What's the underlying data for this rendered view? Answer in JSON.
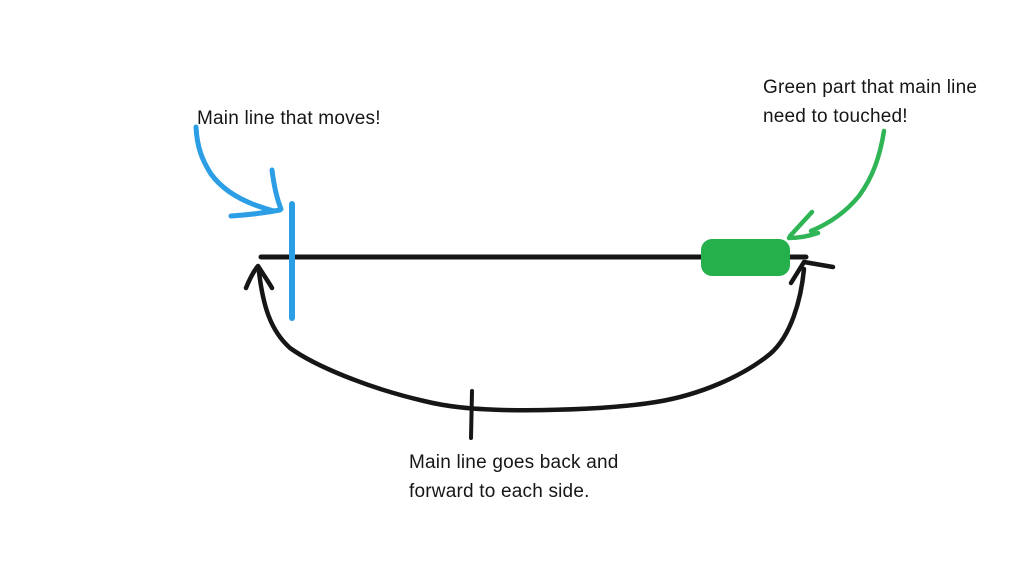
{
  "annotations": {
    "top_left": {
      "text": "Main line that moves!"
    },
    "top_right": {
      "lines": [
        "Green part that main line",
        "need to touched!"
      ]
    },
    "bottom": {
      "lines": [
        "Main line goes back and",
        "forward to each side."
      ]
    }
  },
  "shapes": {
    "moving_line": "blue vertical line crossing the main horizontal line",
    "green_target": "green rounded rectangle at right end of main line",
    "motion_path": "curved double-arrow under the main line with center tick"
  },
  "colors": {
    "ink": "#161616",
    "blue": "#2b9ee6",
    "green_stroke": "#2fb556",
    "green_fill": "#25b04c",
    "background": "#ffffff"
  }
}
